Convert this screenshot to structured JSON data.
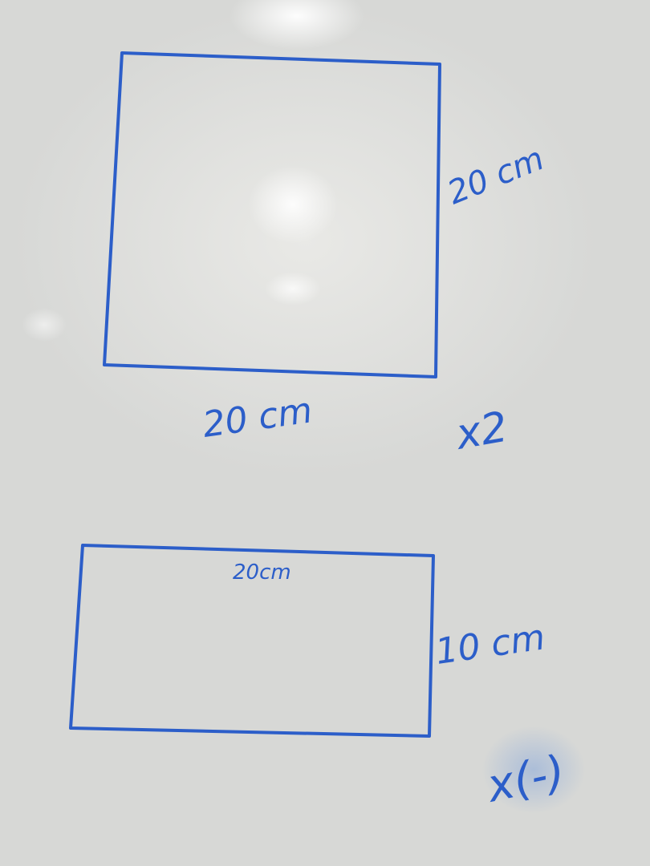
{
  "square": {
    "right_label": "20 cm",
    "bottom_label": "20 cm"
  },
  "multiplier": "x2",
  "rectangle": {
    "top_label": "20cm",
    "right_label": "10 cm"
  },
  "note": "x(-)",
  "colors": {
    "ink": "#2c5ec9",
    "board": "#dcdcda"
  }
}
